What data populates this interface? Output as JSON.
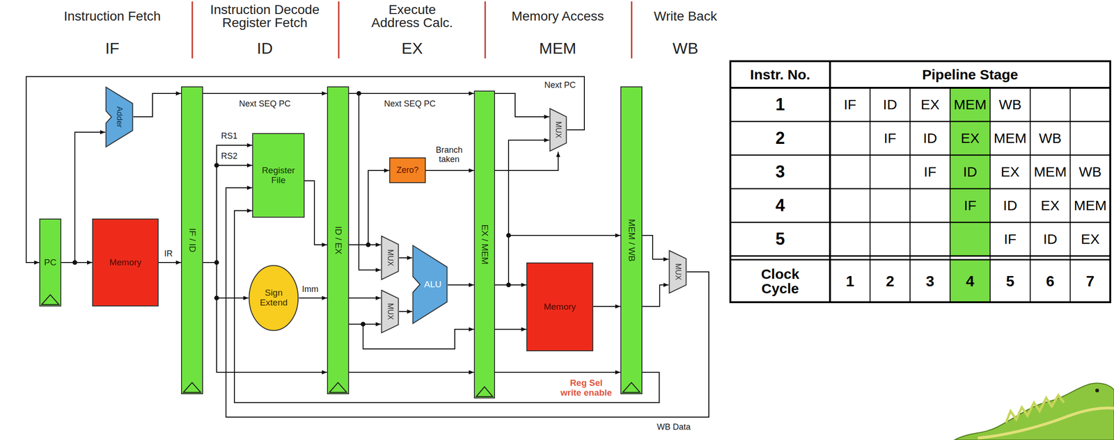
{
  "diagram": {
    "nodes": [
      {
        "text": [
          "PC"
        ]
      },
      {
        "text": [
          "Memory"
        ]
      },
      {
        "text": [
          "Adder"
        ]
      },
      {
        "text": [
          "IF / ID"
        ]
      },
      {
        "text": [
          "Register File"
        ]
      },
      {
        "text": [
          "Sign Extend"
        ]
      },
      {
        "text": [
          "ID / EX"
        ]
      },
      {
        "text": [
          "Zero?"
        ]
      },
      {
        "text": [
          "MUX"
        ]
      },
      {
        "text": [
          "MUX"
        ]
      },
      {
        "text": [
          "ALU"
        ]
      },
      {
        "text": [
          "EX / MEM"
        ]
      },
      {
        "text": [
          "MUX"
        ]
      },
      {
        "text": [
          "Memory"
        ]
      },
      {
        "text": [
          "MEM / WB"
        ]
      },
      {
        "text": [
          "MUX"
        ]
      }
    ],
    "edges": [
      {
        "from": 0,
        "to": 1,
        "arrow": "to"
      },
      {
        "from": 0,
        "to": 2,
        "arrow": "to"
      },
      {
        "from": 2,
        "to": 3,
        "arrow": "to"
      },
      {
        "from": 1,
        "to": 3,
        "label": "IR",
        "arrow": "to"
      },
      {
        "from": 3,
        "to": 6,
        "label": "Next SEQ PC",
        "arrow": "to"
      },
      {
        "from": 3,
        "to": 4,
        "label": "RS1",
        "arrow": "to"
      },
      {
        "from": 3,
        "to": 4,
        "label": "RS2",
        "arrow": "to"
      },
      {
        "from": 3,
        "to": 5,
        "arrow": "to"
      },
      {
        "from": 3,
        "to": 6,
        "arrow": "to"
      },
      {
        "from": 4,
        "to": 6,
        "arrow": "to"
      },
      {
        "from": 5,
        "to": 6,
        "label": "Imm",
        "arrow": "to"
      },
      {
        "from": 6,
        "to": 11,
        "label": "Next SEQ PC",
        "arrow": "to"
      },
      {
        "from": 6,
        "to": 8,
        "arrow": "to"
      },
      {
        "from": 6,
        "to": 8,
        "arrow": "to"
      },
      {
        "from": 6,
        "to": 7,
        "arrow": "to"
      },
      {
        "from": 6,
        "to": 9,
        "arrow": "to"
      },
      {
        "from": 6,
        "to": 9,
        "arrow": "to"
      },
      {
        "from": 6,
        "to": 11,
        "arrow": "to"
      },
      {
        "from": 6,
        "to": 11,
        "arrow": "to"
      },
      {
        "from": 7,
        "to": 11,
        "label": "Branch taken",
        "arrow": "to"
      },
      {
        "from": 8,
        "to": 10,
        "arrow": "to"
      },
      {
        "from": 9,
        "to": 10,
        "arrow": "to"
      },
      {
        "from": 10,
        "to": 11,
        "arrow": "to"
      },
      {
        "from": 11,
        "to": 12,
        "arrow": "to"
      },
      {
        "from": 11,
        "to": 12,
        "arrow": "to"
      },
      {
        "from": 11,
        "to": 12,
        "arrow": "to"
      },
      {
        "from": 11,
        "to": 13,
        "arrow": "to"
      },
      {
        "from": 11,
        "to": 13,
        "arrow": "to"
      },
      {
        "from": 11,
        "to": 14,
        "arrow": "to"
      },
      {
        "from": 11,
        "to": 14,
        "arrow": "to"
      },
      {
        "from": 13,
        "to": 14,
        "arrow": "to"
      },
      {
        "from": 14,
        "to": 15,
        "arrow": "to"
      },
      {
        "from": 14,
        "to": 15,
        "arrow": "to"
      },
      {
        "from": 15,
        "to": 4,
        "label": "WB Data",
        "arrow": "to"
      },
      {
        "from": 14,
        "to": 4,
        "label": "Reg Sel write enable",
        "arrow": "to"
      },
      {
        "from": 12,
        "to": 0,
        "label": "Next PC",
        "arrow": "to"
      }
    ],
    "labels": [
      "Instruction Fetch",
      "IF",
      "Instruction Decode Register Fetch",
      "ID",
      "Execute Address Calc.",
      "EX",
      "Memory Access",
      "MEM",
      "Write Back",
      "WB",
      "Instr. No.",
      "Pipeline Stage",
      "1",
      "IF",
      "ID",
      "EX",
      "MEM",
      "WB",
      "2",
      "IF",
      "ID",
      "EX",
      "MEM",
      "WB",
      "3",
      "IF",
      "ID",
      "EX",
      "MEM",
      "WB",
      "4",
      "IF",
      "ID",
      "EX",
      "MEM",
      "5",
      "IF",
      "ID",
      "EX",
      "Clock Cycle",
      "1",
      "2",
      "3",
      "4",
      "5",
      "6",
      "7"
    ]
  }
}
